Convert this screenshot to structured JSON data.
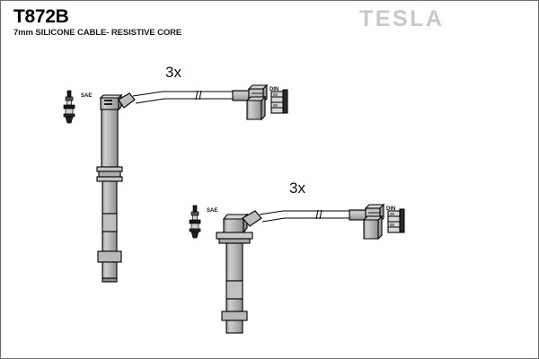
{
  "document": {
    "part_code": "T872B",
    "description": "7mm SILICONE CABLE- RESISTIVE CORE",
    "brand": "TESLA",
    "background_color": "#ffffff",
    "line_color": "#000000",
    "part_fill_color": "#b0b0b0",
    "logo_color": "#c9c9c9"
  },
  "assemblies": [
    {
      "id": "cable-assembly-top",
      "quantity_label": "3x",
      "plug_end_label": "SAE",
      "distributor_end_label": "DIN",
      "plug_boot_orientation": "vertical-straight",
      "distributor_boot_orientation": "right-angle-down"
    },
    {
      "id": "cable-assembly-bottom",
      "quantity_label": "3x",
      "plug_end_label": "SAE",
      "distributor_end_label": "DIN",
      "plug_boot_orientation": "vertical-flanged",
      "distributor_boot_orientation": "right-angle-down"
    }
  ]
}
